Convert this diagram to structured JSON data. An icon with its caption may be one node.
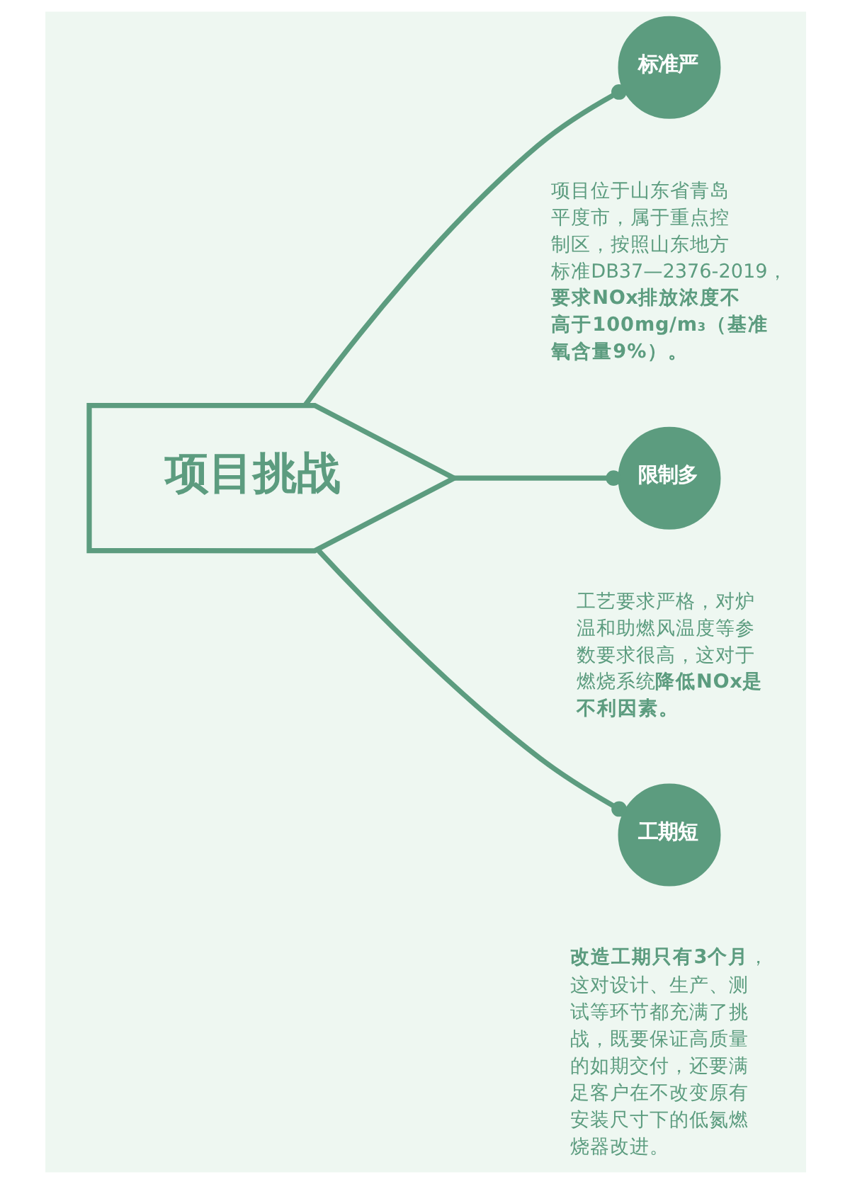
{
  "diagram": {
    "nodes": [
      {
        "text": [
          "项目挑战"
        ]
      },
      {
        "text": [
          "标准严"
        ],
        "beside": [
          "项目位于山东省青岛平度市，属于重点控制区，按照山东地方标准DB37—2376-2019，**要求NOx排放浓度不高于100mg/m$^{3}$（基准氧含量9%）。**"
        ]
      },
      {
        "text": [
          "限制多"
        ],
        "beside": [
          "工艺要求严格，对炉温和助燃风温度等参数要求很高，这对于燃烧系统**降低NOx是不利因素。**"
        ]
      },
      {
        "text": [
          "工期短"
        ],
        "beside": [
          "**改造工期只有3个月**，这对设计、生产、测试等环节都充满了挑战，既要保证高质量的如期交付，还要满足客户在不改变原有安装尺寸下的低氮燃烧器改进。"
        ]
      }
    ],
    "edges": [
      {
        "from": 0,
        "to": 1,
        "arrow": "other"
      },
      {
        "from": 0,
        "to": 2,
        "arrow": "other"
      },
      {
        "from": 0,
        "to": 3,
        "arrow": "other"
      }
    ]
  }
}
